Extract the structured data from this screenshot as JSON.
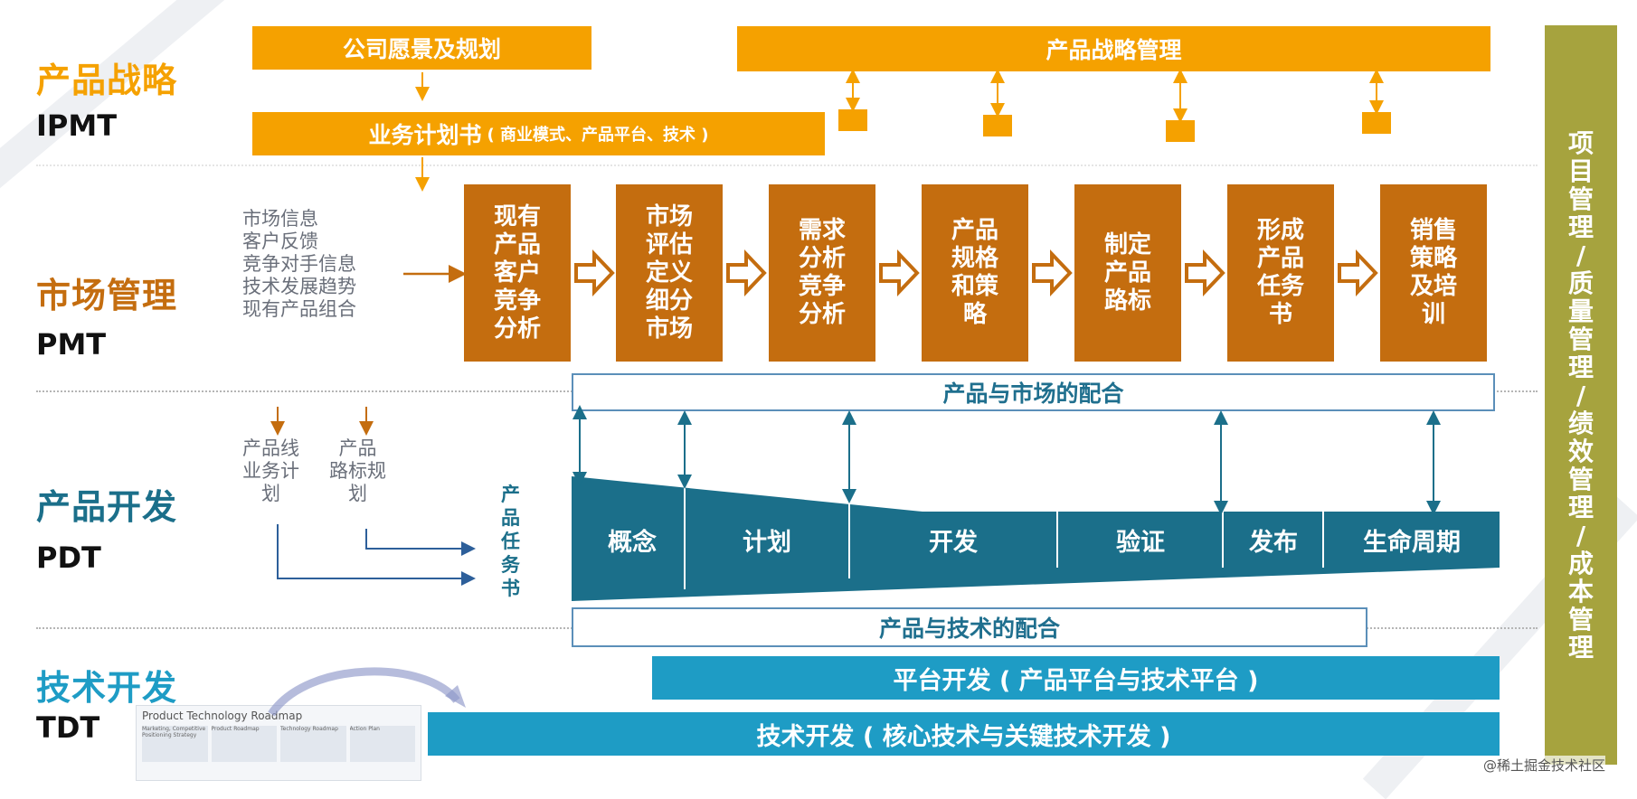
{
  "lanes": [
    {
      "title": "产品战略",
      "code": "IPMT",
      "color": "#f5a100"
    },
    {
      "title": "市场管理",
      "code": "PMT",
      "color": "#c46d0f"
    },
    {
      "title": "产品开发",
      "code": "PDT",
      "color": "#1b6f8a"
    },
    {
      "title": "技术开发",
      "code": "TDT",
      "color": "#1e9cc5"
    }
  ],
  "strategy": {
    "vision": "公司愿景及规划",
    "plan_main": "业务计划书",
    "plan_sub": "( 商业模式、产品平台、技术 )",
    "management": "产品战略管理"
  },
  "market": {
    "inputs": "市场信息\n客户反馈\n竞争对手信息\n技术发展趋势\n现有产品组合",
    "steps": [
      "现有\n产品\n客户\n竞争\n分析",
      "市场\n评估\n定义\n细分\n市场",
      "需求\n分析\n竞争\n分析",
      "产品\n规格\n和策\n略",
      "制定\n产品\n路标",
      "形成\n产品\n任务\n书",
      "销售\n策略\n及培\n训"
    ]
  },
  "dev": {
    "market_fit": "产品与市场的配合",
    "input1": "产品线\n业务计\n划",
    "input2": "产品\n路标规\n划",
    "task_book": "产\n品\n任\n务\n书",
    "phases": [
      "概念",
      "计划",
      "开发",
      "验证",
      "发布",
      "生命周期"
    ],
    "tech_fit": "产品与技术的配合"
  },
  "tech": {
    "platform": "平台开发 ( 产品平台与技术平台 )",
    "core": "技术开发 ( 核心技术与关键技术开发 )",
    "thumb_title": "Product Technology Roadmap",
    "thumb_cols": [
      "Marketing, Competitive Positioning Strategy",
      "Product Roadmap",
      "Technology Roadmap",
      "Action Plan"
    ]
  },
  "side_label": [
    "项",
    "目",
    "管",
    "理",
    "/",
    "质",
    "量",
    "管",
    "理",
    "/",
    "绩",
    "效",
    "管",
    "理",
    "/",
    "成",
    "本",
    "管",
    "理"
  ],
  "watermark": "@稀土掘金技术社区",
  "colors": {
    "orange": "#f5a100",
    "brown": "#c46d0f",
    "teal": "#1b6f8a",
    "blue": "#1e9cc5",
    "olive": "#a6a33e"
  }
}
